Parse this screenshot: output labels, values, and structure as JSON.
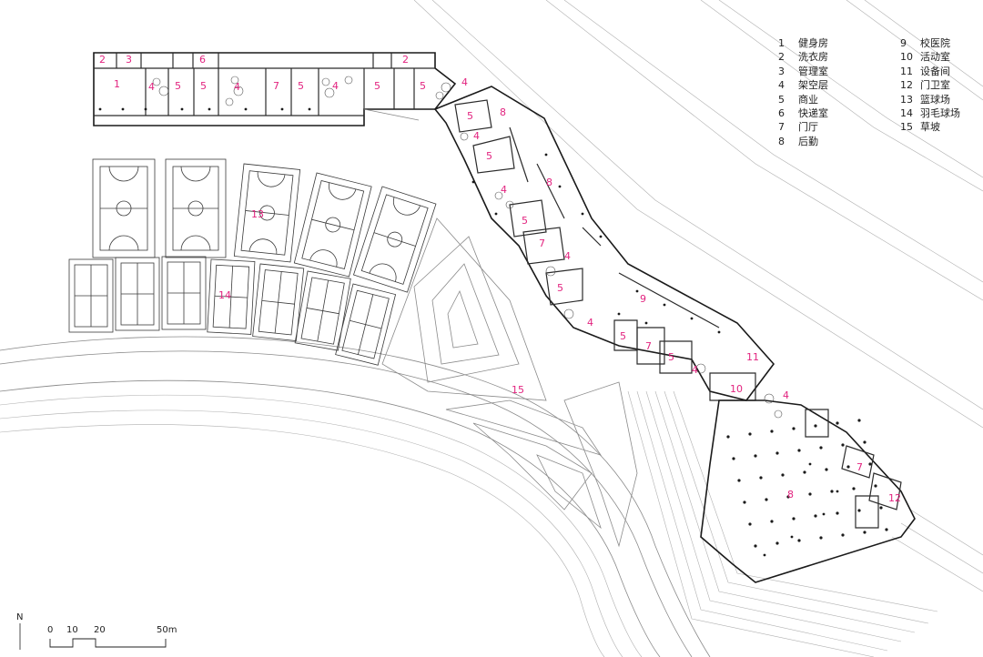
{
  "legend": {
    "items": [
      {
        "num": "1",
        "name": "健身房"
      },
      {
        "num": "2",
        "name": "洗衣房"
      },
      {
        "num": "3",
        "name": "管理室"
      },
      {
        "num": "4",
        "name": "架空层"
      },
      {
        "num": "5",
        "name": "商业"
      },
      {
        "num": "6",
        "name": "快递室"
      },
      {
        "num": "7",
        "name": "门厅"
      },
      {
        "num": "8",
        "name": "后勤"
      },
      {
        "num": "9",
        "name": "校医院"
      },
      {
        "num": "10",
        "name": "活动室"
      },
      {
        "num": "11",
        "name": "设备间"
      },
      {
        "num": "12",
        "name": "门卫室"
      },
      {
        "num": "13",
        "name": "篮球场"
      },
      {
        "num": "14",
        "name": "羽毛球场"
      },
      {
        "num": "15",
        "name": "草坡"
      }
    ]
  },
  "scale_bar": {
    "north": "N",
    "ticks": [
      "0",
      "10",
      "20",
      "50m"
    ]
  },
  "plan_labels": [
    "1",
    "2",
    "3",
    "4",
    "5",
    "6",
    "7",
    "8",
    "9",
    "10",
    "11",
    "12",
    "13",
    "14",
    "15"
  ],
  "colors": {
    "label": "#e2237f",
    "linework": "#2b2b2b"
  }
}
